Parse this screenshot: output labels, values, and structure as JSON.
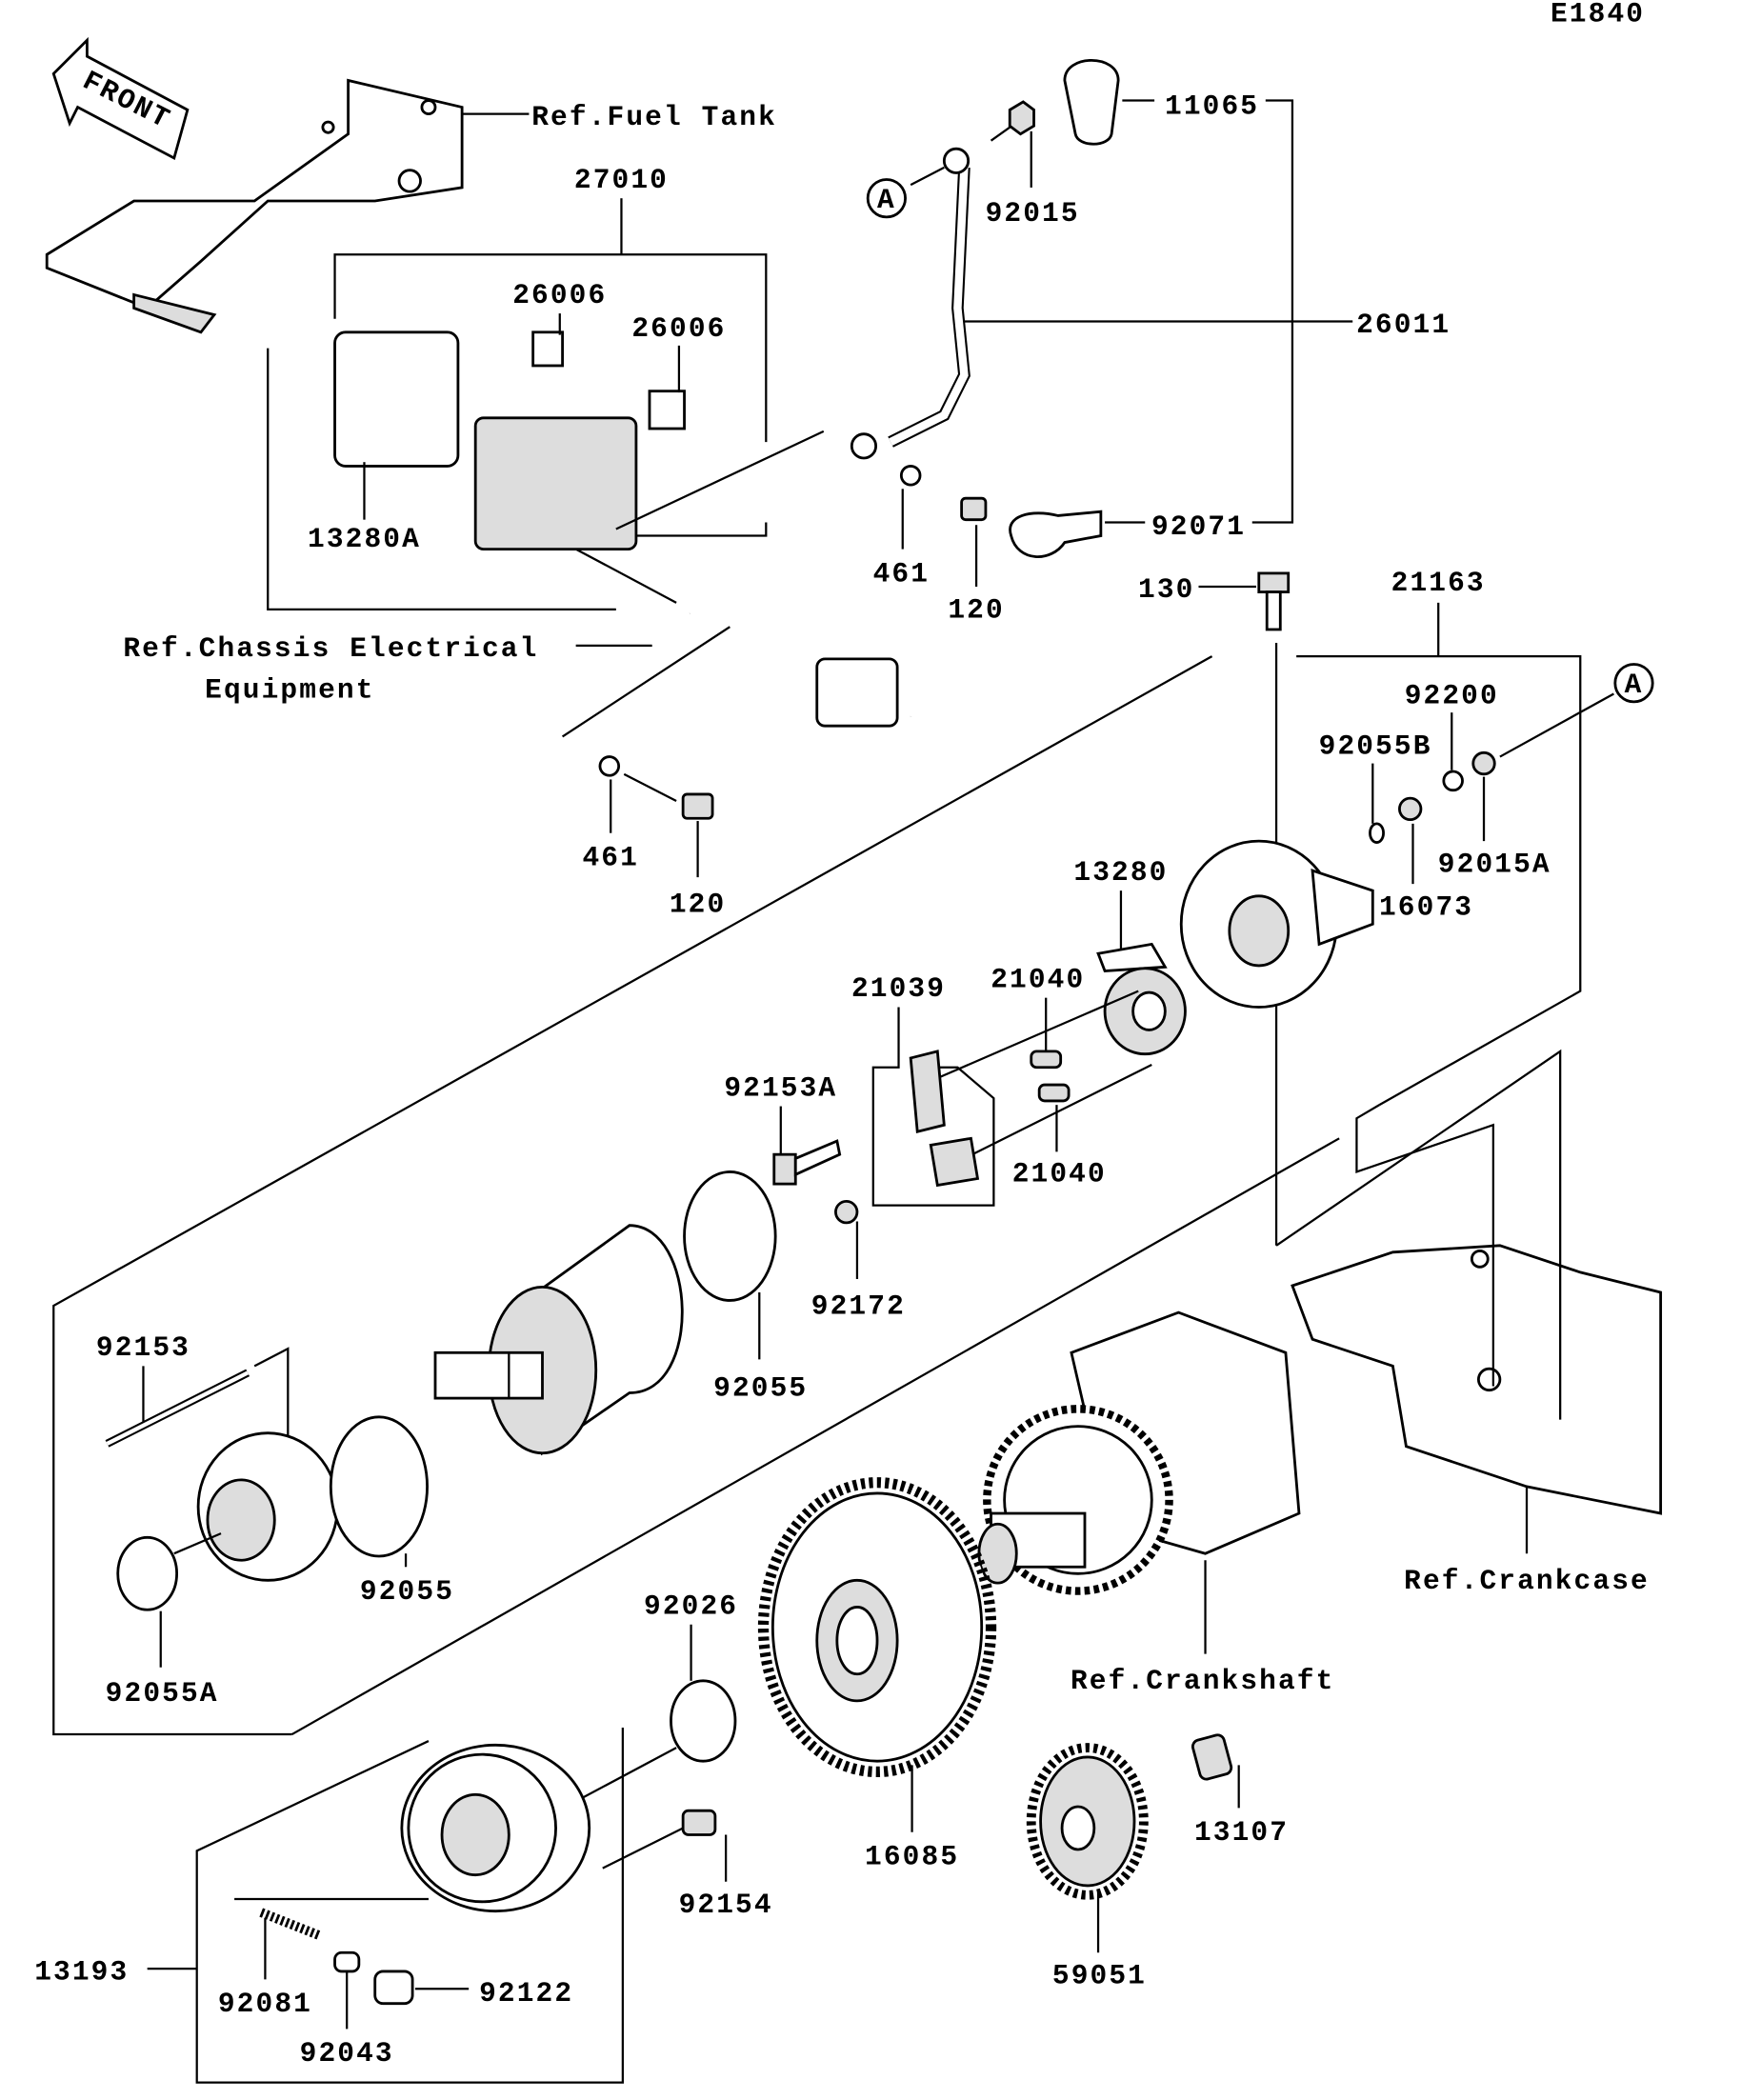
{
  "diagram_code": "E1840",
  "front_label": "FRONT",
  "callout_letter": "A",
  "references": {
    "fuel_tank": "Ref.Fuel Tank",
    "chassis_1": "Ref.Chassis Electrical",
    "chassis_2": "Equipment",
    "crankcase": "Ref.Crankcase",
    "crankshaft": "Ref.Crankshaft"
  },
  "parts": {
    "p27010": "27010",
    "p26006a": "26006",
    "p26006b": "26006",
    "p13280A": "13280A",
    "p461a": "461",
    "p120a": "120",
    "p11065": "11065",
    "p92015": "92015",
    "p26011": "26011",
    "p461b": "461",
    "p120b": "120",
    "p92071": "92071",
    "p130": "130",
    "p21163": "21163",
    "p92200": "92200",
    "p92055B": "92055B",
    "p92015A": "92015A",
    "p16073": "16073",
    "p13280": "13280",
    "p21039": "21039",
    "p21040a": "21040",
    "p92153A": "92153A",
    "p21040b": "21040",
    "p92172": "92172",
    "p92055a": "92055",
    "p92153": "92153",
    "p92055b": "92055",
    "p92055A": "92055A",
    "p92026": "92026",
    "p16085": "16085",
    "p13107": "13107",
    "p92154": "92154",
    "p59051": "59051",
    "p13193": "13193",
    "p92081": "92081",
    "p92122": "92122",
    "p92043": "92043"
  }
}
